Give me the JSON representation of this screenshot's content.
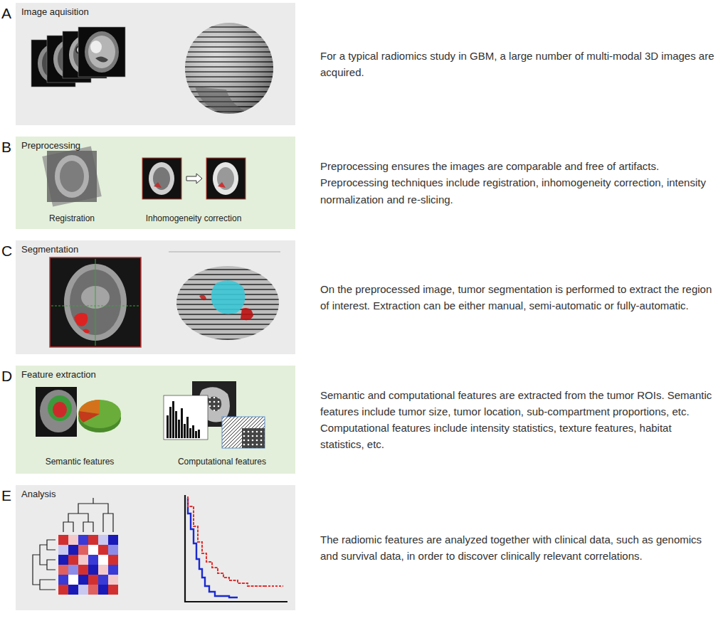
{
  "diagram": {
    "nodes": [
      {
        "text": [
          "A",
          "Image aquisition"
        ]
      },
      {
        "text": [
          "B",
          "Preprocessing",
          "Registration",
          "Inhomogeneity correction"
        ]
      },
      {
        "text": [
          "C",
          "Segmentation"
        ]
      },
      {
        "text": [
          "D",
          "Feature extraction",
          "Semantic features",
          "Computational features"
        ]
      },
      {
        "text": [
          "E",
          "Analysis"
        ]
      }
    ],
    "labels": [
      "For a typical radiomics study in GBM, a large number of multi-modal 3D images are acquired.",
      "Preprocessing ensures the images are comparable and free of artifacts. Preprocessing techniques include registration, inhomogeneity correction, intensity normalization and re-slicing.",
      "On the preprocessed image, tumor segmentation is performed to extract the region of interest. Extraction can be either manual, semi-automatic or fully-automatic.",
      "Semantic and computational features are extracted from the tumor ROIs. Semantic features include tumor size, tumor location, sub-compartment proportions, etc. Computational features include intensity statistics, texture features, habitat statistics, etc.",
      "The radiomic features are analyzed together with clinical data, such as genomics and survival data, in order to discover clinically relevant correlations."
    ]
  }
}
